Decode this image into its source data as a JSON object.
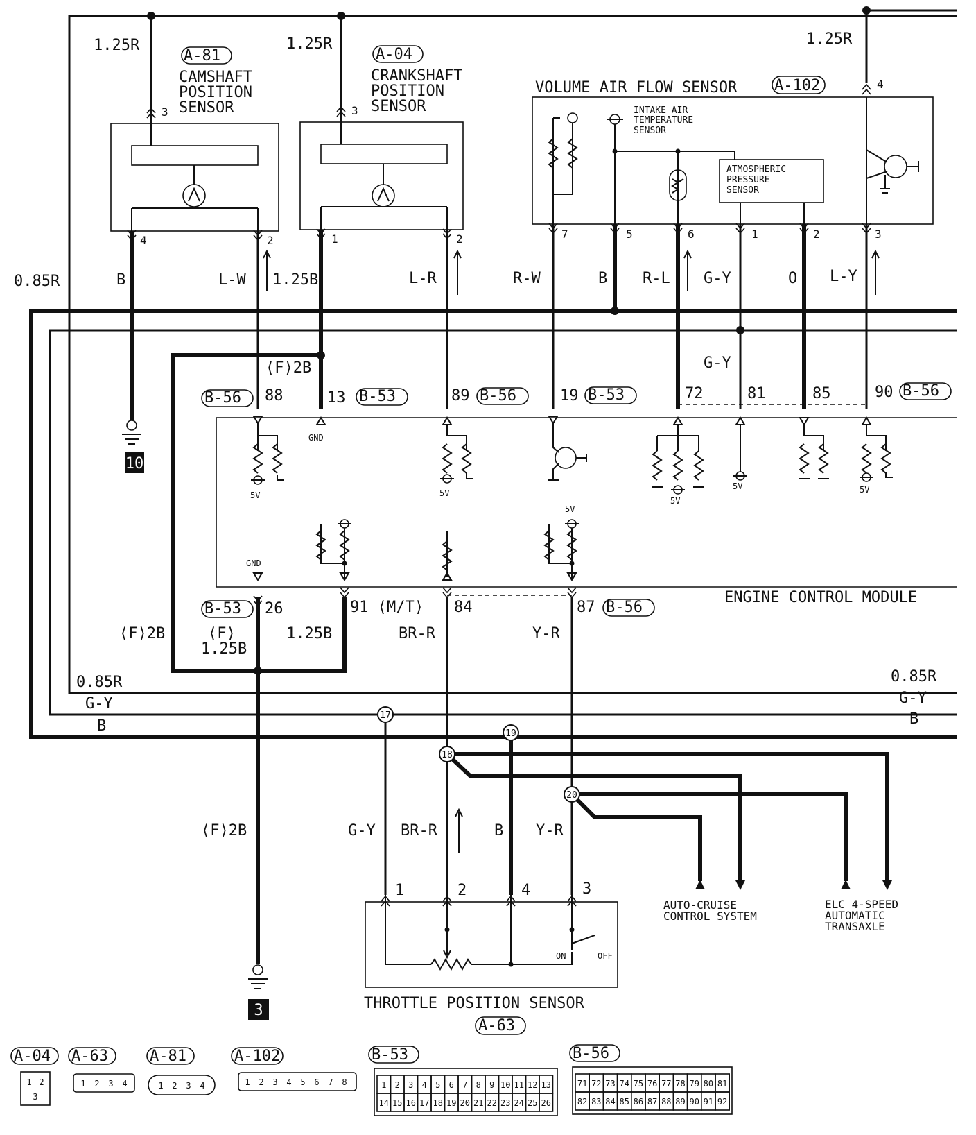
{
  "connectors": {
    "a81": "A-81",
    "a04": "A-04",
    "a102": "A-102",
    "a63": "A-63",
    "b53": "B-53",
    "b56": "B-56"
  },
  "components": {
    "camshaft_sensor": [
      "CAMSHAFT",
      "POSITION",
      "SENSOR"
    ],
    "crankshaft_sensor": [
      "CRANKSHAFT",
      "POSITION",
      "SENSOR"
    ],
    "vaf_sensor": "VOLUME AIR FLOW SENSOR",
    "intake_air_temp": [
      "INTAKE AIR",
      "TEMPERATURE",
      "SENSOR"
    ],
    "atmospheric_pressure": [
      "ATMOSPHERIC",
      "PRESSURE",
      "SENSOR"
    ],
    "ecm": "ENGINE CONTROL MODULE",
    "throttle_sensor": "THROTTLE POSITION SENSOR",
    "auto_cruise": [
      "AUTO-CRUISE",
      "CONTROL SYSTEM"
    ],
    "elc": [
      "ELC 4-SPEED",
      "AUTOMATIC",
      "TRANSAXLE"
    ]
  },
  "wire_labels": {
    "w125r": "1.25R",
    "w085r": "0.85R",
    "b": "B",
    "lw": "L-W",
    "w125b": "1.25B",
    "lr": "L-R",
    "rw": "R-W",
    "rl": "R-L",
    "gy": "G-Y",
    "o": "O",
    "ly": "L-Y",
    "f2b": "⟨F⟩2B",
    "f": "⟨F⟩",
    "brr": "BR-R",
    "yr": "Y-R",
    "m_t": "91 ⟨M/T⟩"
  },
  "ecm_labels": {
    "gnd": "GND",
    "v5": "5V"
  },
  "switch": {
    "on": "ON",
    "off": "OFF"
  },
  "pins": {
    "p1": "1",
    "p2": "2",
    "p3": "3",
    "p4": "4",
    "p5": "5",
    "p6": "6",
    "p7": "7",
    "e88": "88",
    "e13": "13",
    "e89": "89",
    "e19": "19",
    "e72": "72",
    "e81": "81",
    "e85": "85",
    "e90": "90",
    "e26": "26",
    "e84": "84",
    "e87": "87"
  },
  "splices": {
    "s17": "17",
    "s18": "18",
    "s19": "19",
    "s20": "20"
  },
  "grounds": {
    "g10": "10",
    "g3": "3"
  },
  "connector_faces": {
    "a04": [
      "1",
      "2",
      "3"
    ],
    "a63": [
      "1",
      "2",
      "3",
      "4"
    ],
    "a81": [
      "1",
      "2",
      "3",
      "4"
    ],
    "a102": [
      "1",
      "2",
      "3",
      "4",
      "5",
      "6",
      "7",
      "8"
    ],
    "b53_row1": [
      "1",
      "2",
      "3",
      "4",
      "5",
      "6",
      "7",
      "8",
      "9",
      "10",
      "11",
      "12",
      "13"
    ],
    "b53_row2": [
      "14",
      "15",
      "16",
      "17",
      "18",
      "19",
      "20",
      "21",
      "22",
      "23",
      "24",
      "25",
      "26"
    ],
    "b56_row1": [
      "71",
      "72",
      "73",
      "74",
      "75",
      "76",
      "77",
      "78",
      "79",
      "80",
      "81"
    ],
    "b56_row2": [
      "82",
      "83",
      "84",
      "85",
      "86",
      "87",
      "88",
      "89",
      "90",
      "91",
      "92"
    ]
  }
}
